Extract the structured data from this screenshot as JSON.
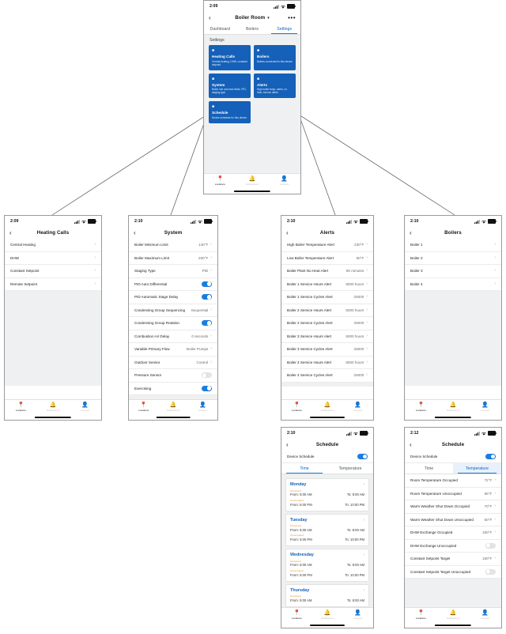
{
  "app": {
    "accent": "#1560b8",
    "toggle_on_color": "#1a7ee0",
    "tag_color": "#e38b17"
  },
  "icons": {
    "back": "‹",
    "chevron_right": "›",
    "chevron_down": "⌵",
    "more": "•••",
    "location_pin": "ᐃ",
    "bell": "ᐃ",
    "person": "ᐃ",
    "tile_glyph": "■"
  },
  "bottom_tabs": [
    {
      "label": "Locations",
      "icon": "location-pin-icon",
      "active": true
    },
    {
      "label": "Notifications",
      "icon": "bell-icon",
      "active": false
    },
    {
      "label": "Account",
      "icon": "person-icon",
      "active": false
    }
  ],
  "phones": {
    "settings": {
      "time": "2:09",
      "title": "Boiler Room",
      "tabs": [
        {
          "label": "Dashboard",
          "active": false
        },
        {
          "label": "Boilers",
          "active": false
        },
        {
          "label": "Settings",
          "active": true
        }
      ],
      "section_header": "Settings",
      "tiles": [
        {
          "title": "Heating Calls",
          "desc": "Central heating, DHW, constant setpoint"
        },
        {
          "title": "Boilers",
          "desc": "Boilers connected to this device"
        },
        {
          "title": "System",
          "desc": "Boiler min and max limits, PID, staging type"
        },
        {
          "title": "Alerts",
          "desc": "High boiler temp, alerts, no heat, service alerts"
        },
        {
          "title": "Schedule",
          "desc": "Device schedule for this device"
        }
      ]
    },
    "heating_calls": {
      "time": "2:09",
      "title": "Heating Calls",
      "rows": [
        {
          "label": "Central Heating",
          "value": "",
          "type": "chevron"
        },
        {
          "label": "DHW",
          "value": "",
          "type": "chevron"
        },
        {
          "label": "Constant Setpoint",
          "value": "",
          "type": "chevron"
        },
        {
          "label": "Remote Setpoint",
          "value": "",
          "type": "chevron"
        }
      ]
    },
    "system": {
      "time": "2:10",
      "title": "System",
      "rows": [
        {
          "label": "Boiler Minimum Limit",
          "value": "140°F",
          "type": "chevron"
        },
        {
          "label": "Boiler Maximum Limit",
          "value": "200°F",
          "type": "chevron"
        },
        {
          "label": "Staging Type",
          "value": "PID",
          "type": "chevron"
        },
        {
          "label": "PID Auto Differential",
          "value": "on",
          "type": "toggle"
        },
        {
          "label": "PID Automatic Stage Delay",
          "value": "on",
          "type": "toggle"
        },
        {
          "label": "Condensing Group Sequencing",
          "value": "Sequential",
          "type": "chevron"
        },
        {
          "label": "Condensing Group Rotation",
          "value": "on",
          "type": "toggle"
        },
        {
          "label": "Combustion Air Delay",
          "value": "0 seconds",
          "type": "chevron"
        },
        {
          "label": "Variable Primary Flow",
          "value": "Boiler Pumps",
          "type": "chevron"
        },
        {
          "label": "Outdoor Sensor",
          "value": "Control",
          "type": "chevron"
        },
        {
          "label": "Pressure Sensor",
          "value": "off",
          "type": "toggle"
        },
        {
          "label": "Exercising",
          "value": "on",
          "type": "toggle"
        }
      ]
    },
    "alerts": {
      "time": "2:10",
      "title": "Alerts",
      "rows": [
        {
          "label": "High Boiler Temperature Alert",
          "value": "230°F",
          "type": "chevron"
        },
        {
          "label": "Low Boiler Temperature Alert",
          "value": "50°F",
          "type": "chevron"
        },
        {
          "label": "Boiler Plant No Heat Alert",
          "value": "80 minutes",
          "type": "chevron"
        },
        {
          "label": "Boiler 1 Service Hours Alert",
          "value": "8000 hours",
          "type": "chevron"
        },
        {
          "label": "Boiler 1 Service Cycles Alert",
          "value": "25000",
          "type": "chevron"
        },
        {
          "label": "Boiler 2 Service Hours Alert",
          "value": "5000 hours",
          "type": "chevron"
        },
        {
          "label": "Boiler 2 Service Cycles Alert",
          "value": "25000",
          "type": "chevron"
        },
        {
          "label": "Boiler 3 Service Hours Alert",
          "value": "5000 hours",
          "type": "chevron"
        },
        {
          "label": "Boiler 3 Service Cycles Alert",
          "value": "25000",
          "type": "chevron"
        },
        {
          "label": "Boiler 4 Service Hours Alert",
          "value": "8000 hours",
          "type": "chevron"
        },
        {
          "label": "Boiler 4 Service Cycles Alert",
          "value": "25000",
          "type": "chevron"
        }
      ]
    },
    "boilers": {
      "time": "2:10",
      "title": "Boilers",
      "rows": [
        {
          "label": "Boiler 1",
          "value": "",
          "type": "chevron"
        },
        {
          "label": "Boiler 2",
          "value": "",
          "type": "chevron"
        },
        {
          "label": "Boiler 3",
          "value": "",
          "type": "chevron"
        },
        {
          "label": "Boiler 4",
          "value": "",
          "type": "chevron"
        }
      ]
    },
    "schedule_time": {
      "time": "2:10",
      "title": "Schedule",
      "device_schedule_label": "Device Schedule",
      "device_schedule_on": true,
      "tabs": [
        {
          "label": "Time",
          "active": true
        },
        {
          "label": "Temperature",
          "active": false
        }
      ],
      "days": [
        {
          "name": "Monday",
          "periods": [
            {
              "tag": "Occupied",
              "from": "From: 6:00 AM",
              "to": "To: 8:00 AM"
            },
            {
              "tag": "Unoccupied",
              "from": "From: 6:00 PM",
              "to": "To: 10:00 PM"
            }
          ]
        },
        {
          "name": "Tuesday",
          "periods": [
            {
              "tag": "Occupied",
              "from": "From: 6:00 AM",
              "to": "To: 8:00 AM"
            },
            {
              "tag": "Unoccupied",
              "from": "From: 6:00 PM",
              "to": "To: 10:00 PM"
            }
          ]
        },
        {
          "name": "Wednesday",
          "periods": [
            {
              "tag": "Occupied",
              "from": "From: 6:00 AM",
              "to": "To: 8:00 AM"
            },
            {
              "tag": "Unoccupied",
              "from": "From: 6:00 PM",
              "to": "To: 10:00 PM"
            }
          ]
        },
        {
          "name": "Thursday",
          "periods": [
            {
              "tag": "Occupied",
              "from": "From: 6:00 AM",
              "to": "To: 8:00 AM"
            }
          ]
        }
      ]
    },
    "schedule_temperature": {
      "time": "2:12",
      "title": "Schedule",
      "device_schedule_label": "Device Schedule",
      "device_schedule_on": true,
      "tabs": [
        {
          "label": "Time",
          "active": false
        },
        {
          "label": "Temperature",
          "active": true
        }
      ],
      "rows": [
        {
          "label": "Room Temperature Occupied",
          "value": "72°F",
          "type": "chevron"
        },
        {
          "label": "Room Temperature Unoccupied",
          "value": "65°F",
          "type": "chevron"
        },
        {
          "label": "Warm Weather Shut Down Occupied",
          "value": "70°F",
          "type": "chevron"
        },
        {
          "label": "Warm Weather Shut Down Unoccupied",
          "value": "60°F",
          "type": "chevron"
        },
        {
          "label": "DHW Exchange Occupied",
          "value": "180°F",
          "type": "chevron"
        },
        {
          "label": "DHW Exchange Unoccupied",
          "value": "off",
          "type": "toggle"
        },
        {
          "label": "Constant Setpoint Target",
          "value": "180°F",
          "type": "chevron"
        },
        {
          "label": "Constant Setpoint Target Unoccupied",
          "value": "off",
          "type": "toggle"
        }
      ]
    }
  }
}
